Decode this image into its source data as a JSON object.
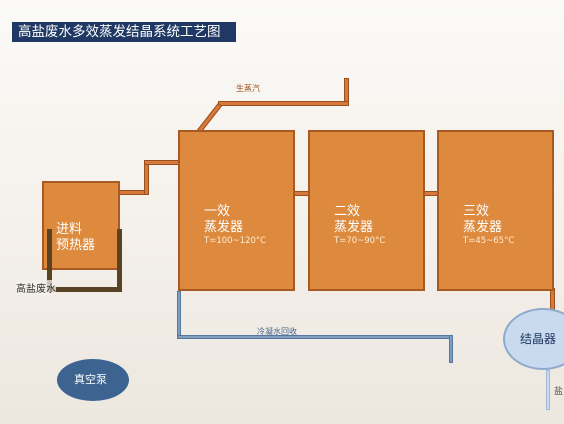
{
  "title": "高盐废水多效蒸发结晶系统工艺图",
  "steam_label": "生蒸汽",
  "feed_label": "高盐废水",
  "preheater": {
    "line1": "进料",
    "line2": "预热器"
  },
  "evaporators": [
    {
      "line1": "一效",
      "line2": "蒸发器",
      "temp": "T=100~120°C"
    },
    {
      "line1": "二效",
      "line2": "蒸发器",
      "temp": "T=70~90°C"
    },
    {
      "line1": "三效",
      "line2": "蒸发器",
      "temp": "T=45~65°C"
    }
  ],
  "condensate_label": "冷凝水回收",
  "crystallizer_label": "结晶器",
  "vacuum_pump_label": "真空泵",
  "salt_label": "盐",
  "colors": {
    "title_bg": "#1f3864",
    "vessel_fill": "#dd8a3e",
    "vessel_border": "#a95a22",
    "condensate_pipe": "#7f9dbd",
    "crystallizer": "#c9d9ee",
    "vacuum_pump": "#3d6391"
  }
}
